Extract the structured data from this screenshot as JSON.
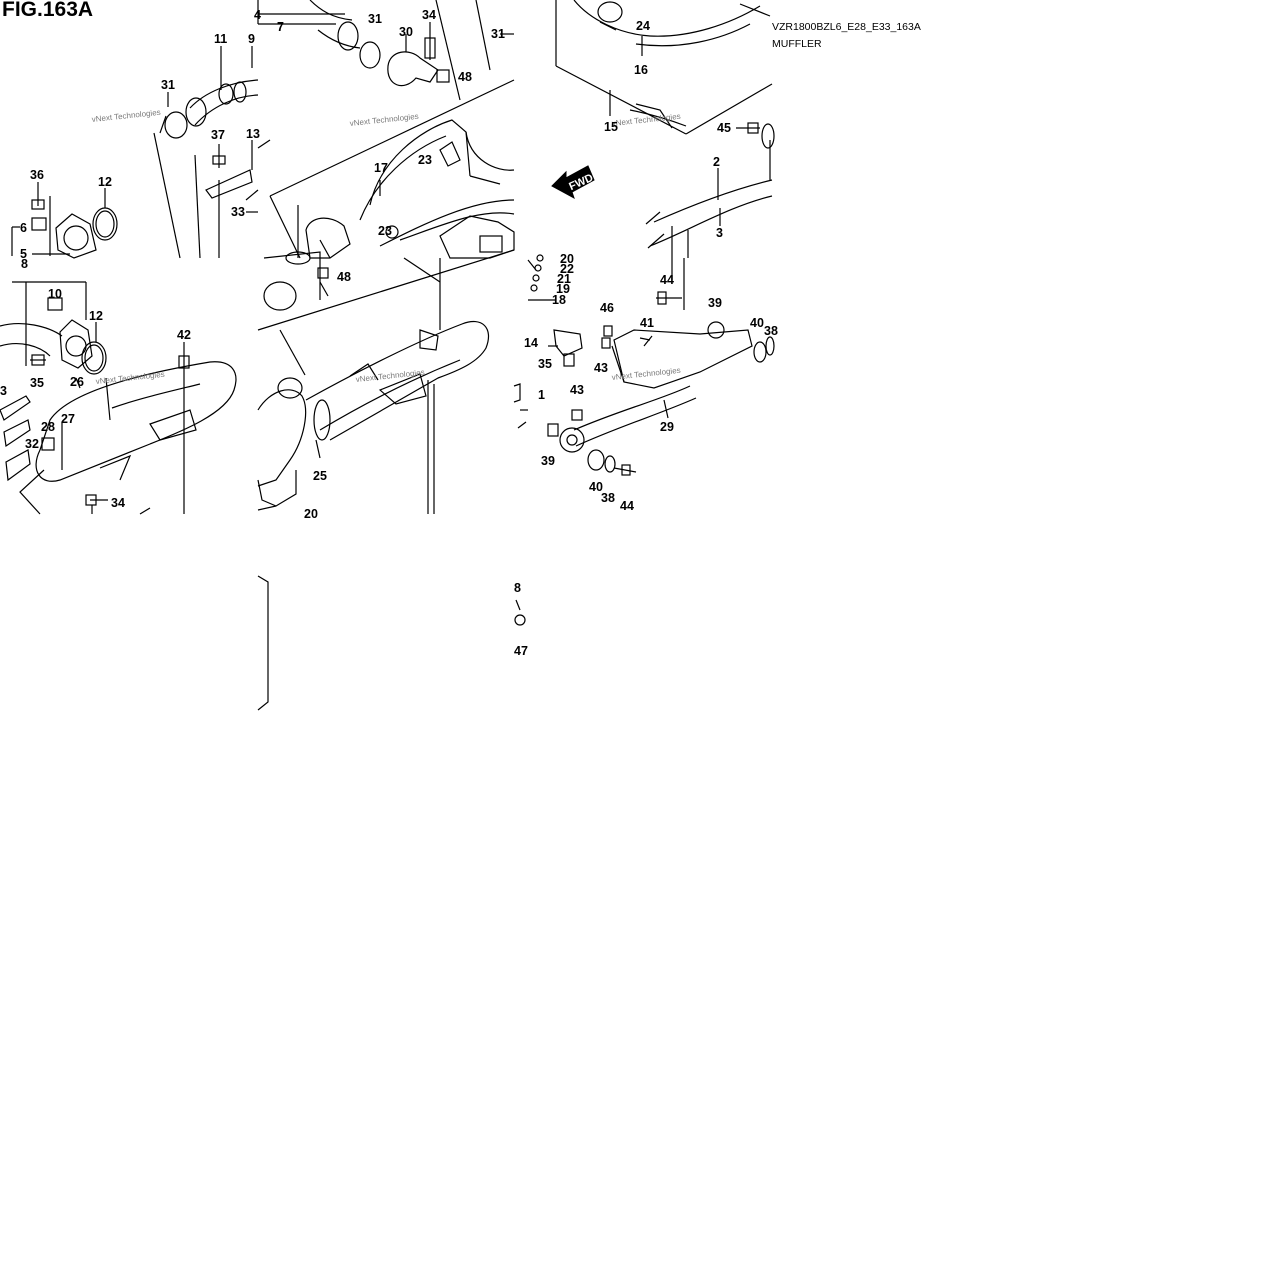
{
  "figure": {
    "title": "FIG.163A",
    "model_code": "VZR1800BZL6_E28_E33_163A",
    "section_name": "MUFFLER",
    "watermark": "vNext Technologies",
    "direction_label": "FWD"
  },
  "icons": {
    "direction_arrow": "fwd-arrow-icon"
  },
  "part_numbers": [
    "1",
    "2",
    "3",
    "4",
    "5",
    "6",
    "7",
    "8",
    "9",
    "10",
    "11",
    "12",
    "13",
    "14",
    "15",
    "16",
    "17",
    "18",
    "19",
    "20",
    "21",
    "22",
    "23",
    "24",
    "25",
    "26",
    "27",
    "28",
    "29",
    "30",
    "31",
    "32",
    "33",
    "34",
    "35",
    "36",
    "37",
    "38",
    "39",
    "40",
    "41",
    "42",
    "43",
    "44",
    "45",
    "46",
    "47",
    "48"
  ],
  "callouts": [
    {
      "id": "c11",
      "text": "11"
    },
    {
      "id": "c9",
      "text": "9"
    },
    {
      "id": "c4",
      "text": "4"
    },
    {
      "id": "c7",
      "text": "7"
    },
    {
      "id": "c31a",
      "text": "31"
    },
    {
      "id": "c34a",
      "text": "34"
    },
    {
      "id": "c30",
      "text": "30"
    },
    {
      "id": "c48a",
      "text": "48"
    },
    {
      "id": "c31b",
      "text": "31"
    },
    {
      "id": "c31c",
      "text": "31"
    },
    {
      "id": "c37",
      "text": "37"
    },
    {
      "id": "c13",
      "text": "13"
    },
    {
      "id": "c36",
      "text": "36"
    },
    {
      "id": "c12a",
      "text": "12"
    },
    {
      "id": "c6",
      "text": "6"
    },
    {
      "id": "c5",
      "text": "5"
    },
    {
      "id": "c33a",
      "text": "33"
    },
    {
      "id": "c8",
      "text": "8"
    },
    {
      "id": "c10",
      "text": "10"
    },
    {
      "id": "c12b",
      "text": "12"
    },
    {
      "id": "c35a",
      "text": "35"
    },
    {
      "id": "c26",
      "text": "26"
    },
    {
      "id": "c27",
      "text": "27"
    },
    {
      "id": "c28",
      "text": "28"
    },
    {
      "id": "c32",
      "text": "32"
    },
    {
      "id": "c33b",
      "text": "3"
    },
    {
      "id": "c34b",
      "text": "34"
    },
    {
      "id": "c42",
      "text": "42"
    },
    {
      "id": "c17",
      "text": "17"
    },
    {
      "id": "c23a",
      "text": "23"
    },
    {
      "id": "c23b",
      "text": "23"
    },
    {
      "id": "c48b",
      "text": "48"
    },
    {
      "id": "c25",
      "text": "25"
    },
    {
      "id": "c20b",
      "text": "20"
    },
    {
      "id": "c24",
      "text": "24"
    },
    {
      "id": "c16",
      "text": "16"
    },
    {
      "id": "c15",
      "text": "15"
    },
    {
      "id": "c45",
      "text": "45"
    },
    {
      "id": "c2",
      "text": "2"
    },
    {
      "id": "c3",
      "text": "3"
    },
    {
      "id": "c20a",
      "text": "20"
    },
    {
      "id": "c22",
      "text": "22"
    },
    {
      "id": "c21",
      "text": "21"
    },
    {
      "id": "c19",
      "text": "19"
    },
    {
      "id": "c18",
      "text": "18"
    },
    {
      "id": "c44a",
      "text": "44"
    },
    {
      "id": "c39a",
      "text": "39"
    },
    {
      "id": "c46",
      "text": "46"
    },
    {
      "id": "c41",
      "text": "41"
    },
    {
      "id": "c40a",
      "text": "40"
    },
    {
      "id": "c38a",
      "text": "38"
    },
    {
      "id": "c14",
      "text": "14"
    },
    {
      "id": "c35b",
      "text": "35"
    },
    {
      "id": "c43a",
      "text": "43"
    },
    {
      "id": "c1",
      "text": "1"
    },
    {
      "id": "c43b",
      "text": "43"
    },
    {
      "id": "c29",
      "text": "29"
    },
    {
      "id": "c39b",
      "text": "39"
    },
    {
      "id": "c40b",
      "text": "40"
    },
    {
      "id": "c38b",
      "text": "38"
    },
    {
      "id": "c44b",
      "text": "44"
    },
    {
      "id": "c8b",
      "text": "8"
    },
    {
      "id": "c47",
      "text": "47"
    }
  ]
}
